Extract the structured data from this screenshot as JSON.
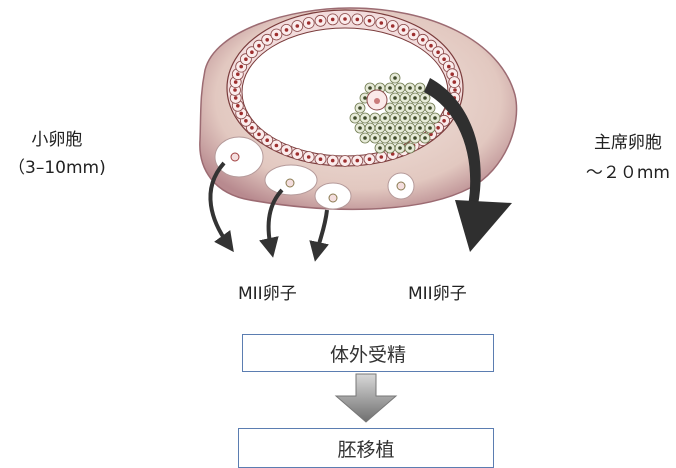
{
  "labels": {
    "small_follicle_line1": "小卵胞",
    "small_follicle_line2": "（3–10mm)",
    "dominant_follicle_line1": "主席卵胞",
    "dominant_follicle_line2": "～２０mm",
    "mii_egg_left": "MII卵子",
    "mii_egg_right": "MII卵子"
  },
  "steps": {
    "ivf": "体外受精",
    "embryo_transfer": "胚移植"
  },
  "colors": {
    "ovary_outer": "#e6cfc6",
    "ovary_shadow": "#8c5a62",
    "cell_ring": "#f3dede",
    "cell_dot": "#a33a3a",
    "cumulus": "#c9d3b0",
    "arrow": "#333333",
    "box_border": "#5b7db1",
    "down_arrow": "#8a8a8a"
  }
}
